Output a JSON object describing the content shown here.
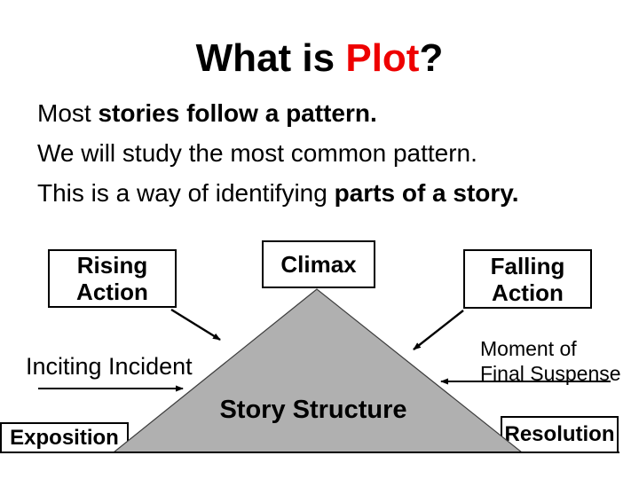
{
  "title": {
    "prefix": "What is ",
    "highlight": "Plot",
    "suffix": "?"
  },
  "body": {
    "lines": [
      [
        {
          "text": "Most ",
          "bold": false
        },
        {
          "text": "stories follow a pattern.",
          "bold": true
        }
      ],
      [
        {
          "text": "We will study the most common pattern.",
          "bold": false
        }
      ],
      [
        {
          "text": "This is a way of identifying ",
          "bold": false
        },
        {
          "text": "parts of a story.",
          "bold": true
        }
      ]
    ]
  },
  "diagram": {
    "rising_action": {
      "line1": "Rising",
      "line2": "Action"
    },
    "climax": {
      "label": "Climax"
    },
    "falling_action": {
      "line1": "Falling",
      "line2": "Action"
    },
    "inciting_incident": {
      "label": "Inciting Incident"
    },
    "moment_of_final_suspense": {
      "line1": "Moment of",
      "line2": "Final Suspense"
    },
    "story_structure": {
      "label": "Story Structure"
    },
    "exposition": {
      "label": "Exposition"
    },
    "resolution": {
      "label": "Resolution"
    }
  },
  "colors": {
    "accent_red": "#ee0000",
    "triangle_fill": "#b0b0b0",
    "triangle_stroke": "#3d3d3d",
    "line_black": "#000000"
  }
}
